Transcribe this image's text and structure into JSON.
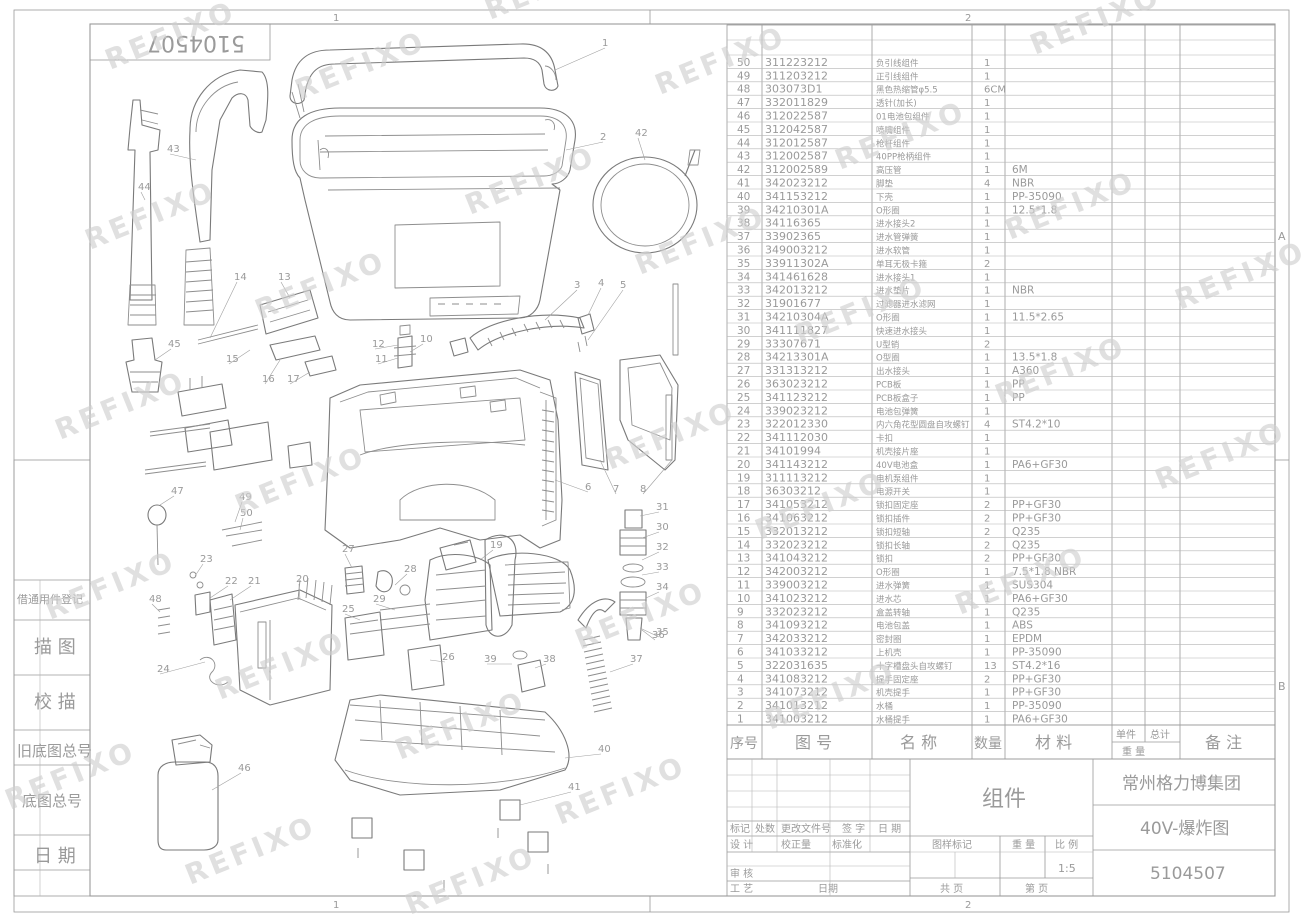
{
  "title_block": {
    "company": "常州格力博集团",
    "drawing_name": "40V-爆炸图",
    "drawing_number": "5104507",
    "assembly": "组件",
    "scale": "1:5",
    "corner_code": "5104507",
    "left_labels": [
      "借通用件登记",
      "描 图",
      "校 描",
      "旧底图总号",
      "底图总号",
      "日 期"
    ],
    "header_cols": [
      "序号",
      "图 号",
      "名 称",
      "数量",
      "材 料",
      "单件",
      "总计",
      "重 量",
      "备 注"
    ],
    "sign_labels": [
      "标记",
      "处数",
      "更改文件号",
      "签 字",
      "日 期",
      "设 计",
      "校正量",
      "标准化",
      "图样标记",
      "重 量",
      "比 例",
      "审 核",
      "工 艺",
      "日期",
      "共 页",
      "第 页"
    ],
    "zones_top": [
      "1",
      "2"
    ],
    "zones_side": [
      "A",
      "B"
    ]
  },
  "bom": [
    {
      "no": "50",
      "code": "311223212",
      "name": "负引线组件",
      "qty": "1",
      "mat": ""
    },
    {
      "no": "49",
      "code": "311203212",
      "name": "正引线组件",
      "qty": "1",
      "mat": ""
    },
    {
      "no": "48",
      "code": "303073D1",
      "name": "黑色热缩管φ5.5",
      "qty": "6CM",
      "mat": ""
    },
    {
      "no": "47",
      "code": "332011829",
      "name": "透针(加长)",
      "qty": "1",
      "mat": ""
    },
    {
      "no": "46",
      "code": "312022587",
      "name": "01电池包组件",
      "qty": "1",
      "mat": ""
    },
    {
      "no": "45",
      "code": "312042587",
      "name": "喷嘴组件",
      "qty": "1",
      "mat": ""
    },
    {
      "no": "44",
      "code": "312012587",
      "name": "枪杆组件",
      "qty": "1",
      "mat": ""
    },
    {
      "no": "43",
      "code": "312002587",
      "name": "40PP枪柄组件",
      "qty": "1",
      "mat": ""
    },
    {
      "no": "42",
      "code": "312002589",
      "name": "高压管",
      "qty": "1",
      "mat": "6M"
    },
    {
      "no": "41",
      "code": "342023212",
      "name": "脚垫",
      "qty": "4",
      "mat": "NBR"
    },
    {
      "no": "40",
      "code": "341153212",
      "name": "下壳",
      "qty": "1",
      "mat": "PP-35090"
    },
    {
      "no": "39",
      "code": "34210301A",
      "name": "O形圈",
      "qty": "1",
      "mat": "12.5*1.8"
    },
    {
      "no": "38",
      "code": "34116365",
      "name": "进水接头2",
      "qty": "1",
      "mat": ""
    },
    {
      "no": "37",
      "code": "33902365",
      "name": "进水管弹簧",
      "qty": "1",
      "mat": ""
    },
    {
      "no": "36",
      "code": "349003212",
      "name": "进水软管",
      "qty": "1",
      "mat": ""
    },
    {
      "no": "35",
      "code": "33911302A",
      "name": "单耳无极卡箍",
      "qty": "2",
      "mat": ""
    },
    {
      "no": "34",
      "code": "341461628",
      "name": "进水接头1",
      "qty": "1",
      "mat": ""
    },
    {
      "no": "33",
      "code": "342013212",
      "name": "进水垫片",
      "qty": "1",
      "mat": "NBR"
    },
    {
      "no": "32",
      "code": "31901677",
      "name": "过滤器进水滤网",
      "qty": "1",
      "mat": ""
    },
    {
      "no": "31",
      "code": "34210304A",
      "name": "O形圈",
      "qty": "1",
      "mat": "11.5*2.65"
    },
    {
      "no": "30",
      "code": "341111827",
      "name": "快速进水接头",
      "qty": "1",
      "mat": ""
    },
    {
      "no": "29",
      "code": "33307671",
      "name": "U型销",
      "qty": "2",
      "mat": ""
    },
    {
      "no": "28",
      "code": "34213301A",
      "name": "O型圈",
      "qty": "1",
      "mat": "13.5*1.8"
    },
    {
      "no": "27",
      "code": "331313212",
      "name": "出水接头",
      "qty": "1",
      "mat": "A360"
    },
    {
      "no": "26",
      "code": "363023212",
      "name": "PCB板",
      "qty": "1",
      "mat": "PP"
    },
    {
      "no": "25",
      "code": "341123212",
      "name": "PCB板盒子",
      "qty": "1",
      "mat": "PP"
    },
    {
      "no": "24",
      "code": "339023212",
      "name": "电池包弹簧",
      "qty": "1",
      "mat": ""
    },
    {
      "no": "23",
      "code": "322012330",
      "name": "内六角花型圆盘自攻螺钉",
      "qty": "4",
      "mat": "ST4.2*10"
    },
    {
      "no": "22",
      "code": "341112030",
      "name": "卡扣",
      "qty": "1",
      "mat": ""
    },
    {
      "no": "21",
      "code": "34101994",
      "name": "机壳接片座",
      "qty": "1",
      "mat": ""
    },
    {
      "no": "20",
      "code": "341143212",
      "name": "40V电池盒",
      "qty": "1",
      "mat": "PA6+GF30"
    },
    {
      "no": "19",
      "code": "311113212",
      "name": "电机泵组件",
      "qty": "1",
      "mat": ""
    },
    {
      "no": "18",
      "code": "36303212",
      "name": "电源开关",
      "qty": "1",
      "mat": ""
    },
    {
      "no": "17",
      "code": "341053212",
      "name": "锁扣固定座",
      "qty": "2",
      "mat": "PP+GF30"
    },
    {
      "no": "16",
      "code": "341063212",
      "name": "锁扣插件",
      "qty": "2",
      "mat": "PP+GF30"
    },
    {
      "no": "15",
      "code": "332013212",
      "name": "锁扣短轴",
      "qty": "2",
      "mat": "Q235"
    },
    {
      "no": "14",
      "code": "332023212",
      "name": "锁扣长轴",
      "qty": "2",
      "mat": "Q235"
    },
    {
      "no": "13",
      "code": "341043212",
      "name": "锁扣",
      "qty": "2",
      "mat": "PP+GF30"
    },
    {
      "no": "12",
      "code": "342003212",
      "name": "O形圈",
      "qty": "1",
      "mat": "7.5*1.8 NBR"
    },
    {
      "no": "11",
      "code": "339003212",
      "name": "进水弹簧",
      "qty": "1",
      "mat": "SUS304"
    },
    {
      "no": "10",
      "code": "341023212",
      "name": "进水芯",
      "qty": "1",
      "mat": "PA6+GF30"
    },
    {
      "no": "9",
      "code": "332023212",
      "name": "盒盖转轴",
      "qty": "1",
      "mat": "Q235"
    },
    {
      "no": "8",
      "code": "341093212",
      "name": "电池包盖",
      "qty": "1",
      "mat": "ABS"
    },
    {
      "no": "7",
      "code": "342033212",
      "name": "密封圈",
      "qty": "1",
      "mat": "EPDM"
    },
    {
      "no": "6",
      "code": "341033212",
      "name": "上机壳",
      "qty": "1",
      "mat": "PP-35090"
    },
    {
      "no": "5",
      "code": "322031635",
      "name": "十字槽盘头自攻螺钉",
      "qty": "13",
      "mat": "ST4.2*16"
    },
    {
      "no": "4",
      "code": "341083212",
      "name": "提手固定座",
      "qty": "2",
      "mat": "PP+GF30"
    },
    {
      "no": "3",
      "code": "341073212",
      "name": "机壳提手",
      "qty": "1",
      "mat": "PP+GF30"
    },
    {
      "no": "2",
      "code": "341013212",
      "name": "水桶",
      "qty": "1",
      "mat": "PP-35090"
    },
    {
      "no": "1",
      "code": "341003212",
      "name": "水桶提手",
      "qty": "1",
      "mat": "PA6+GF30"
    }
  ],
  "callouts": [
    "1",
    "2",
    "3",
    "4",
    "5",
    "6",
    "7",
    "8",
    "10",
    "11",
    "12",
    "13",
    "14",
    "15",
    "16",
    "17",
    "19",
    "20",
    "21",
    "22",
    "23",
    "24",
    "25",
    "26",
    "27",
    "28",
    "29",
    "30",
    "31",
    "32",
    "33",
    "34",
    "35",
    "36",
    "37",
    "38",
    "39",
    "40",
    "41",
    "42",
    "43",
    "44",
    "45",
    "46",
    "47",
    "48",
    "49",
    "50"
  ],
  "watermark": "REFIXO"
}
